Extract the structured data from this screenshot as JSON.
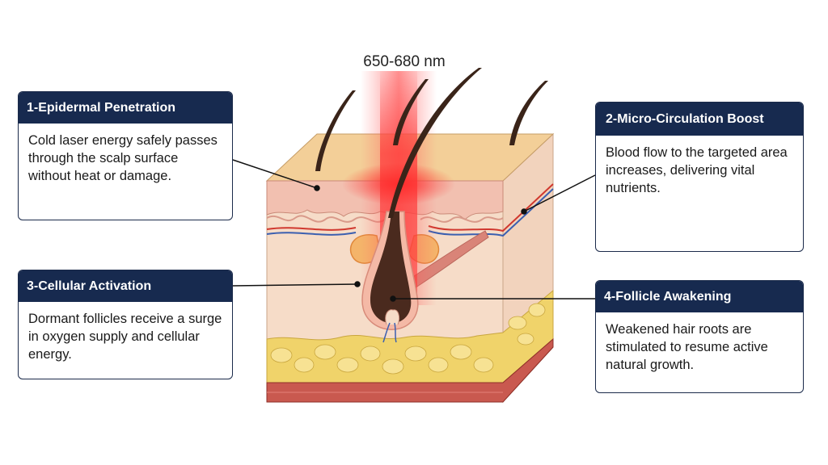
{
  "wavelength_label": "650-680 nm",
  "callouts": [
    {
      "id": "c1",
      "title": "1-Epidermal Penetration",
      "text": "Cold laser energy safely passes through the scalp surface without heat or damage."
    },
    {
      "id": "c2",
      "title": "2-Micro-Circulation Boost",
      "text": "Blood flow to the targeted area increases, delivering vital nutrients."
    },
    {
      "id": "c3",
      "title": "3-Cellular Activation",
      "text": "Dormant follicles receive a surge in oxygen supply and cellular energy."
    },
    {
      "id": "c4",
      "title": "4-Follicle Awakening",
      "text": "Weakened hair roots are stimulated to resume active natural growth."
    }
  ],
  "colors": {
    "header_navy": "#172a4f",
    "laser_red": "#ff3b3b",
    "skin_surface": "#f3cf98",
    "dermis": "#f6d9c4",
    "fat": "#f0d36a"
  }
}
